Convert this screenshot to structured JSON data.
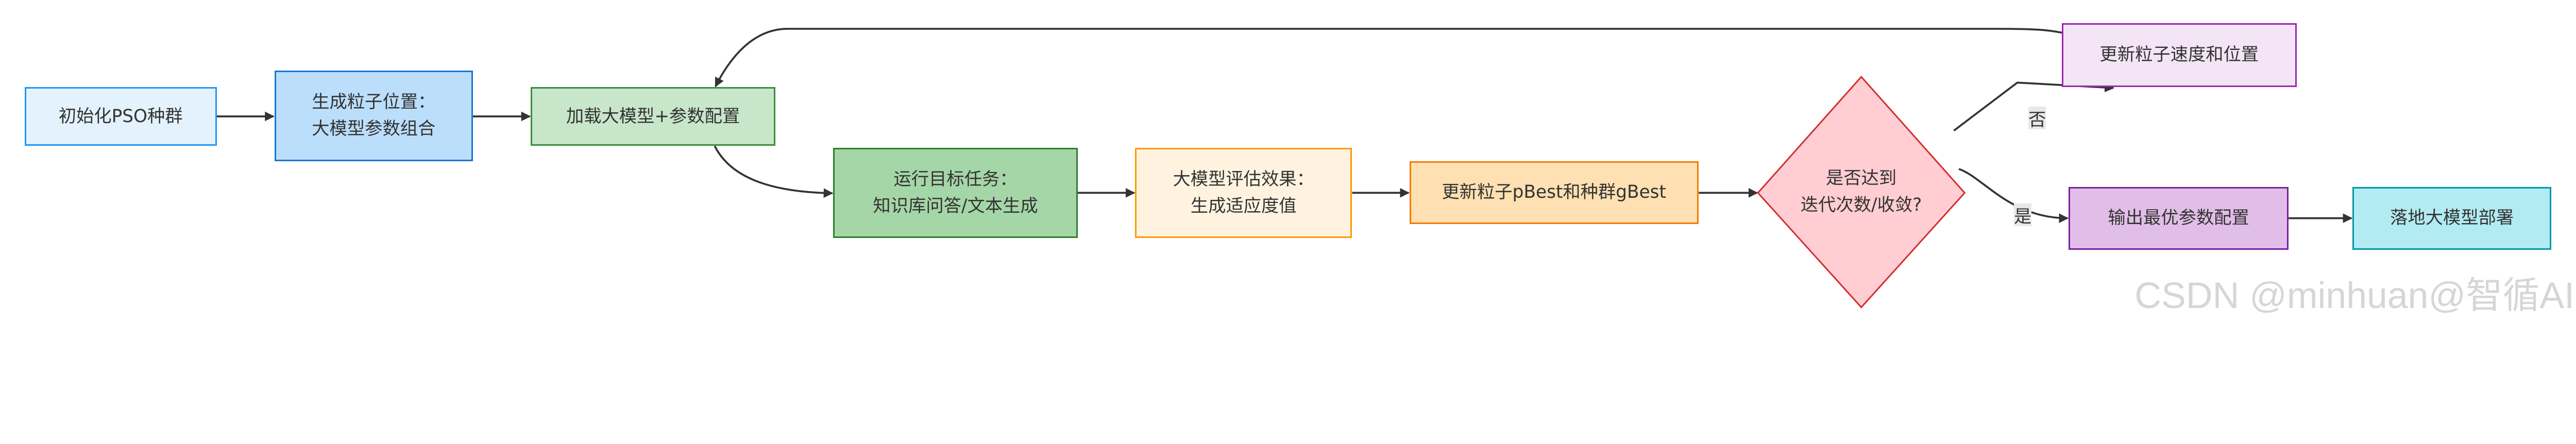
{
  "nodes": {
    "init": {
      "label": "初始化PSO种群",
      "fill": "#e3f2fd",
      "stroke": "#2196f3"
    },
    "gen": {
      "line1": "生成粒子位置：",
      "line2": "大模型参数组合",
      "fill": "#bbdefb",
      "stroke": "#1976d2"
    },
    "load": {
      "label": "加载大模型+参数配置",
      "fill": "#c8e6c9",
      "stroke": "#388e3c"
    },
    "run": {
      "line1": "运行目标任务：",
      "line2": "知识库问答/文本生成",
      "fill": "#a5d6a7",
      "stroke": "#2e7d32"
    },
    "eval": {
      "line1": "大模型评估效果：",
      "line2": "生成适应度值",
      "fill": "#fff3e0",
      "stroke": "#ff9800"
    },
    "best": {
      "label": "更新粒子pBest和种群gBest",
      "fill": "#ffe0b2",
      "stroke": "#f57c00"
    },
    "decision": {
      "line1": "是否达到",
      "line2": "迭代次数/收敛?",
      "fill": "#ffcdd2",
      "stroke": "#d32f2f"
    },
    "update": {
      "label": "更新粒子速度和位置",
      "fill": "#f3e5f5",
      "stroke": "#9c27b0"
    },
    "output": {
      "label": "输出最优参数配置",
      "fill": "#e1bee7",
      "stroke": "#7b1fa2"
    },
    "deploy": {
      "label": "落地大模型部署",
      "fill": "#b2ebf2",
      "stroke": "#0097a7"
    }
  },
  "edges": {
    "no_label": "否",
    "yes_label": "是"
  },
  "watermark": "CSDN @minhuan@智循AI"
}
